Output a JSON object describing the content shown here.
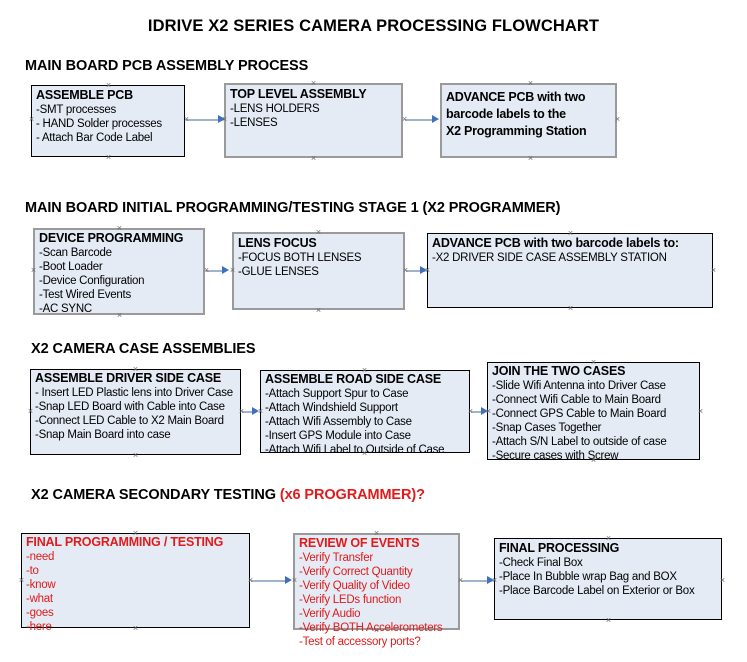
{
  "document": {
    "title": "IDRIVE X2  SERIES CAMERA PROCESSING FLOWCHART"
  },
  "colors": {
    "box_fill": "#e4ebf5",
    "box_border_black": "#000000",
    "box_border_gray": "#9a9a9a",
    "connector_line": "#9fb4cc",
    "arrowhead": "#3f6fbf",
    "accent_red": "#e01b1b",
    "text": "#000000"
  },
  "sections": [
    {
      "heading": "MAIN BOARD PCB ASSEMBLY PROCESS",
      "heading_accent": "",
      "boxes": [
        {
          "id": "assemble-pcb",
          "title": "ASSEMBLE PCB",
          "lines": [
            "-SMT processes",
            "- HAND Solder processes",
            "- Attach Bar Code Label"
          ],
          "border": "black",
          "text_color": "black"
        },
        {
          "id": "top-level-assembly",
          "title": "TOP LEVEL ASSEMBLY",
          "lines": [
            "-LENS HOLDERS",
            "-LENSES"
          ],
          "border": "gray",
          "text_color": "black"
        },
        {
          "id": "advance-pcb-x2-programming-station",
          "title": "",
          "lines": [
            "ADVANCE PCB with two",
            "barcode labels to the",
            " X2 Programming Station"
          ],
          "border": "gray",
          "text_color": "black",
          "bold_body": true
        }
      ]
    },
    {
      "heading": "MAIN BOARD INITIAL PROGRAMMING/TESTING STAGE 1 (X2 PROGRAMMER)",
      "heading_accent": "",
      "boxes": [
        {
          "id": "device-programming",
          "title": "DEVICE PROGRAMMING",
          "lines": [
            "-Scan Barcode",
            "-Boot Loader",
            "-Device Configuration",
            "-Test Wired Events",
            "-AC SYNC"
          ],
          "border": "gray",
          "text_color": "black"
        },
        {
          "id": "lens-focus",
          "title": "LENS FOCUS",
          "lines": [
            "-FOCUS BOTH LENSES",
            "-GLUE LENSES"
          ],
          "border": "gray",
          "text_color": "black"
        },
        {
          "id": "advance-pcb-driver-side-case",
          "title": "ADVANCE PCB with two barcode labels to:",
          "lines": [
            "-X2 DRIVER  SIDE  CASE  ASSEMBLY STATION"
          ],
          "border": "black",
          "text_color": "black"
        }
      ]
    },
    {
      "heading": "X2 CAMERA CASE ASSEMBLIES",
      "heading_accent": "",
      "boxes": [
        {
          "id": "assemble-driver-side-case",
          "title": "ASSEMBLE DRIVER SIDE CASE",
          "lines": [
            "- Insert LED Plastic lens into Driver Case",
            "-Snap LED Board with Cable into Case",
            "-Connect LED Cable to X2 Main Board",
            "-Snap Main Board into case"
          ],
          "border": "black",
          "text_color": "black"
        },
        {
          "id": "assemble-road-side-case",
          "title": "ASSEMBLE ROAD SIDE CASE",
          "lines": [
            "-Attach Support Spur to Case",
            "-Attach Windshield Support",
            "-Attach Wifi Assembly to Case",
            "-Insert GPS Module into Case",
            "-Attach Wifi Label to Outside of Case"
          ],
          "border": "black",
          "text_color": "black"
        },
        {
          "id": "join-the-two-cases",
          "title": "JOIN THE TWO CASES",
          "lines": [
            "-Slide Wifi Antenna into Driver Case",
            "-Connect Wifi Cable to Main Board",
            "-Connect GPS Cable to Main Board",
            "-Snap Cases Together",
            "-Attach S/N Label to outside of case",
            "-Secure cases with Screw"
          ],
          "border": "black",
          "text_color": "black"
        }
      ]
    },
    {
      "heading": "X2 CAMERA SECONDARY TESTING ",
      "heading_accent": "(x6 PROGRAMMER)?",
      "boxes": [
        {
          "id": "final-programming-testing",
          "title": "FINAL PROGRAMMING / TESTING",
          "lines": [
            "-need",
            "-to",
            "-know",
            "-what",
            "-goes",
            "-here"
          ],
          "border": "black",
          "text_color": "red"
        },
        {
          "id": "review-of-events",
          "title": "REVIEW OF EVENTS",
          "lines": [
            "-Verify Transfer",
            "-Verify Correct Quantity",
            "-Verify Quality of Video",
            "-Verify LEDs function",
            "-Verify Audio",
            "-Verify BOTH Accelerometers",
            "-Test of accessory ports?"
          ],
          "border": "gray",
          "text_color": "red"
        },
        {
          "id": "final-processing",
          "title": "FINAL PROCESSING",
          "lines": [
            " -Check Final Box",
            "-Place In Bubble wrap Bag and BOX",
            "-Place Barcode Label on Exterior or Box"
          ],
          "border": "black",
          "text_color": "black"
        }
      ]
    }
  ],
  "connectors": [
    {
      "id": "conn-1",
      "from": "assemble-pcb",
      "to": "top-level-assembly"
    },
    {
      "id": "conn-2",
      "from": "top-level-assembly",
      "to": "advance-pcb-x2-programming-station"
    },
    {
      "id": "conn-3",
      "from": "device-programming",
      "to": "lens-focus"
    },
    {
      "id": "conn-4",
      "from": "lens-focus",
      "to": "advance-pcb-driver-side-case"
    },
    {
      "id": "conn-5",
      "from": "assemble-driver-side-case",
      "to": "assemble-road-side-case"
    },
    {
      "id": "conn-6",
      "from": "assemble-road-side-case",
      "to": "join-the-two-cases"
    },
    {
      "id": "conn-7",
      "from": "final-programming-testing",
      "to": "review-of-events"
    },
    {
      "id": "conn-8",
      "from": "review-of-events",
      "to": "final-processing"
    }
  ]
}
